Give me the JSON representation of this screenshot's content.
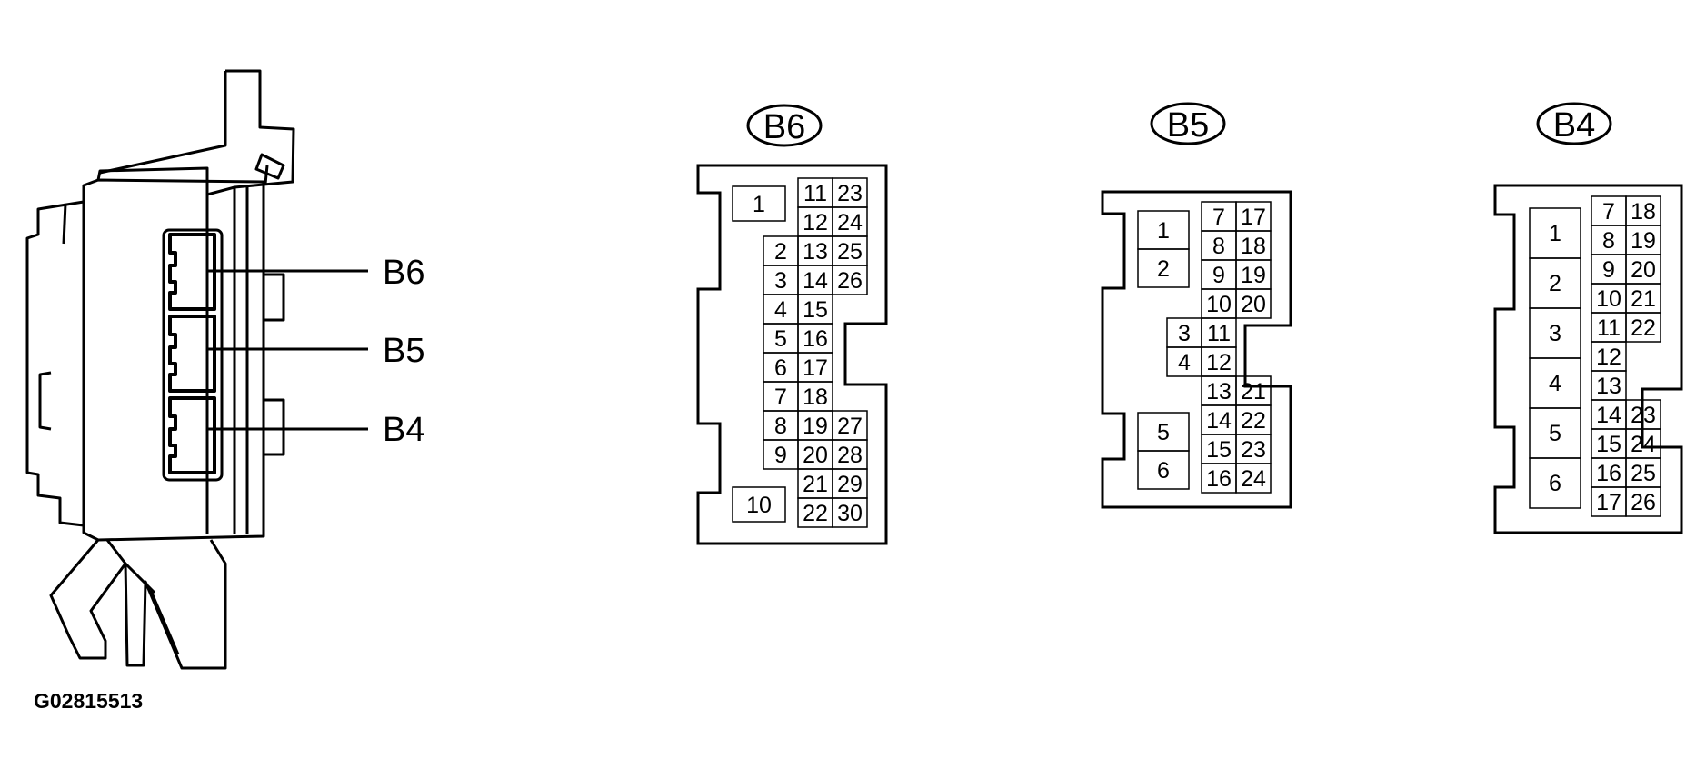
{
  "figure_id": "G02815513",
  "callouts": [
    "B6",
    "B5",
    "B4"
  ],
  "connectors": {
    "B6": {
      "label": "B6",
      "pins": [
        "1",
        "2",
        "3",
        "4",
        "5",
        "6",
        "7",
        "8",
        "9",
        "10",
        "11",
        "12",
        "13",
        "14",
        "15",
        "16",
        "17",
        "18",
        "19",
        "20",
        "21",
        "22",
        "23",
        "24",
        "25",
        "26",
        "27",
        "28",
        "29",
        "30"
      ]
    },
    "B5": {
      "label": "B5",
      "pins": [
        "1",
        "2",
        "3",
        "4",
        "5",
        "6",
        "7",
        "8",
        "9",
        "10",
        "11",
        "12",
        "13",
        "14",
        "15",
        "16",
        "17",
        "18",
        "19",
        "20",
        "21",
        "22",
        "23",
        "24"
      ]
    },
    "B4": {
      "label": "B4",
      "pins": [
        "1",
        "2",
        "3",
        "4",
        "5",
        "6",
        "7",
        "8",
        "9",
        "10",
        "11",
        "12",
        "13",
        "14",
        "15",
        "16",
        "17",
        "18",
        "19",
        "20",
        "21",
        "22",
        "23",
        "24",
        "25",
        "26"
      ]
    }
  }
}
